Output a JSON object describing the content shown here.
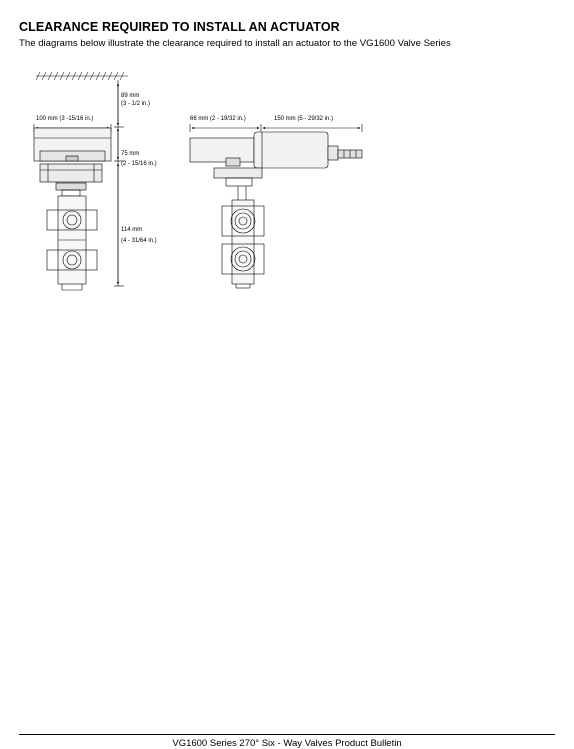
{
  "section": {
    "title": "CLEARANCE REQUIRED TO INSTALL AN ACTUATOR",
    "intro": "The diagrams below illustrate the clearance required to install an actuator to the VG1600 Valve Series"
  },
  "figure": {
    "front_view": {
      "top_clearance_line1": "89 mm",
      "top_clearance_line2": "(3 - 1/2 in.)",
      "width": "100 mm (3 -15/16 in.)",
      "actuator_height_line1": "75 mm",
      "actuator_height_line2": "(2 - 15/16 in.)",
      "valve_height_line1": "114 mm",
      "valve_height_line2": "(4 - 31/64 in.)"
    },
    "side_view": {
      "left_dim": "66 mm (2 - 19/32 in.)",
      "right_dim": "150 mm (5 - 29/32 in.)"
    }
  },
  "footer": {
    "text": "VG1600 Series 270° Six - Way Valves Product Bulletin"
  }
}
